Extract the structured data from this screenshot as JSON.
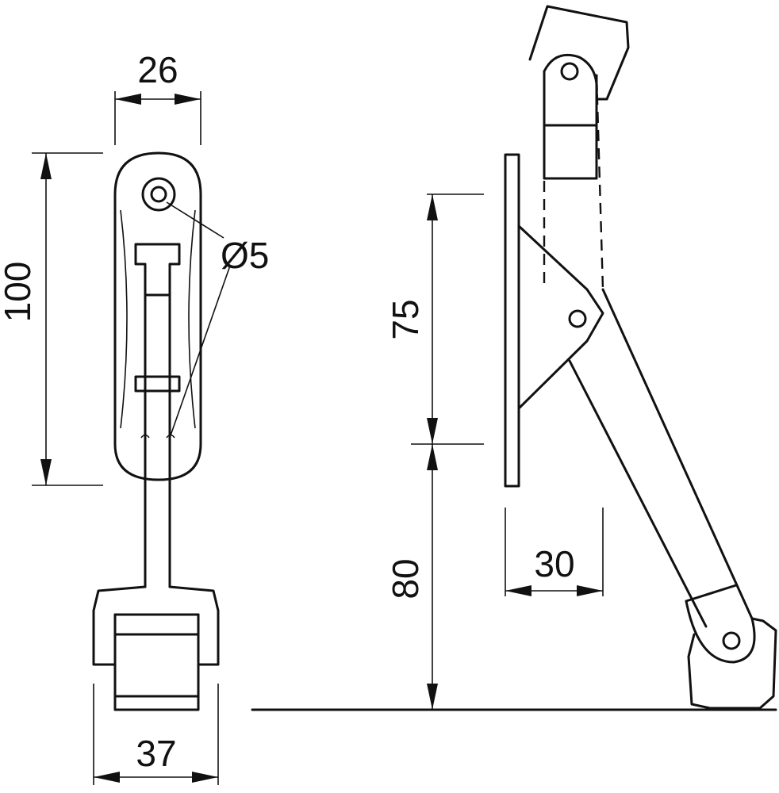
{
  "drawing": {
    "colors": {
      "line": "#111111",
      "background": "#ffffff"
    },
    "dimensions": {
      "top_width": "26",
      "height_total": "100",
      "hole_diameter": "Ø5",
      "bottom_width": "37",
      "bracket_height": "75",
      "floor_height": "80",
      "offset": "30"
    }
  }
}
